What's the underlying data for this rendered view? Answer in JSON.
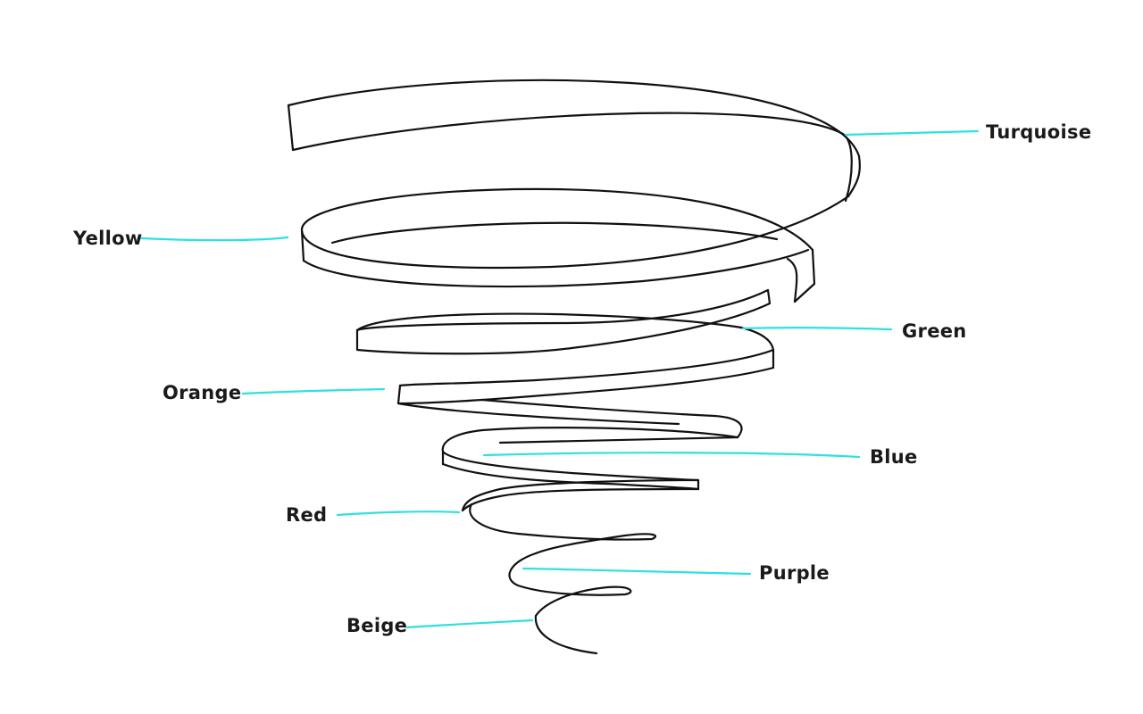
{
  "colors": {
    "stroke": "#111111",
    "leader": "#2fe0e0",
    "label": "#1a1a1a",
    "background": "#ffffff"
  },
  "labels": [
    {
      "id": "turquoise",
      "text": "Turquoise"
    },
    {
      "id": "yellow",
      "text": "Yellow"
    },
    {
      "id": "green",
      "text": "Green"
    },
    {
      "id": "orange",
      "text": "Orange"
    },
    {
      "id": "blue",
      "text": "Blue"
    },
    {
      "id": "red",
      "text": "Red"
    },
    {
      "id": "purple",
      "text": "Purple"
    },
    {
      "id": "beige",
      "text": "Beige"
    }
  ]
}
